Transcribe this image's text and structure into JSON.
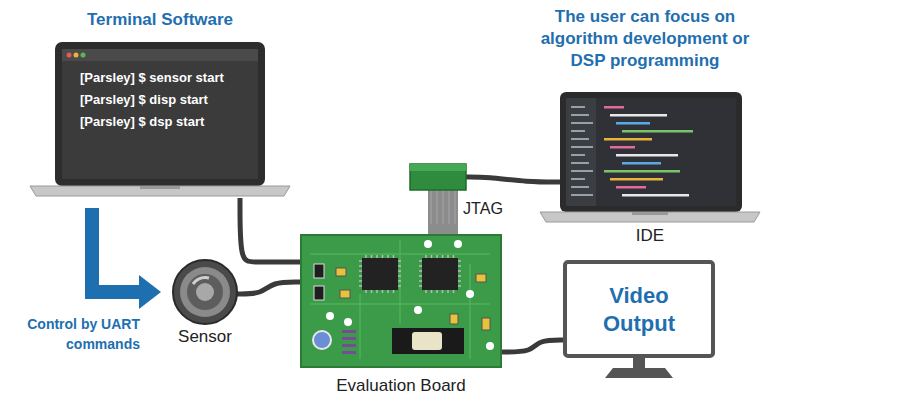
{
  "diagram": {
    "nodes": [
      {
        "text": [
          "The user can focus on algorithm development or DSP programming"
        ]
      },
      {
        "text": [
          "Terminal Software",
          "[Parsley] $ sensor start",
          "[Parsley] $ disp start",
          "[Parsley] $ dsp start"
        ]
      },
      {
        "text": [
          "Sensor"
        ],
        "in": 0
      },
      {
        "text": [
          "Evaluation Board"
        ],
        "in": 0
      },
      {
        "text": [
          "IDE"
        ],
        "in": 0
      },
      {
        "text": [
          "JTAG"
        ],
        "in": 0
      },
      {
        "text": [
          "Video Output"
        ],
        "in": 0
      }
    ],
    "edges": [
      {
        "from": 1,
        "to": 2,
        "arrow": "to",
        "label": "Control by UART commands"
      },
      {
        "from": 1,
        "to": 3,
        "arrow": "none"
      },
      {
        "from": 2,
        "to": 3,
        "arrow": "none"
      },
      {
        "from": 4,
        "to": 5,
        "arrow": "none"
      },
      {
        "from": 5,
        "to": 3,
        "arrow": "none"
      },
      {
        "from": 3,
        "to": 6,
        "arrow": "none"
      }
    ]
  }
}
